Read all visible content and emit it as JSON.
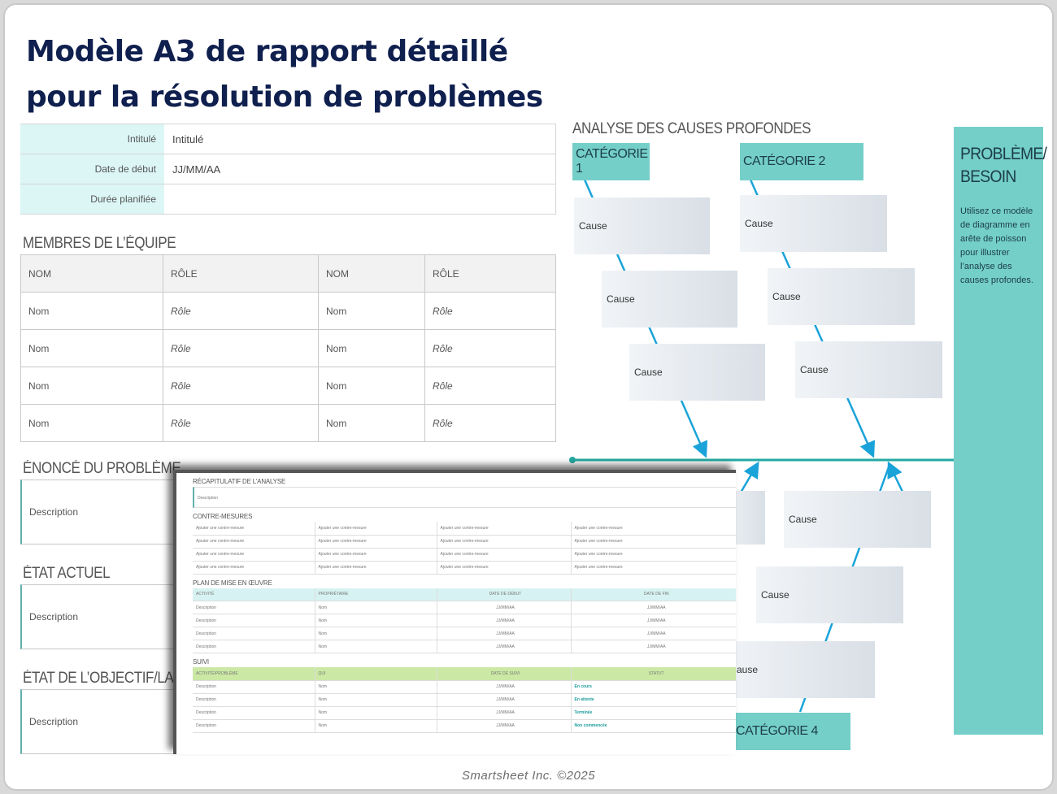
{
  "title_lines": [
    "Modèle A3 de rapport détaillé",
    "pour la résolution de problèmes"
  ],
  "info": [
    {
      "label": "Intitulé",
      "value": "Intitulé"
    },
    {
      "label": "Date de début",
      "value": "JJ/MM/AA"
    },
    {
      "label": "Durée planifiée",
      "value": ""
    }
  ],
  "team": {
    "heading": "MEMBRES DE L’ÉQUIPE",
    "headers": [
      "NOM",
      "RÔLE",
      "NOM",
      "RÔLE"
    ],
    "rows": [
      [
        "Nom",
        "Rôle",
        "Nom",
        "Rôle"
      ],
      [
        "Nom",
        "Rôle",
        "Nom",
        "Rôle"
      ],
      [
        "Nom",
        "Rôle",
        "Nom",
        "Rôle"
      ],
      [
        "Nom",
        "Rôle",
        "Nom",
        "Rôle"
      ]
    ]
  },
  "problem_statement": {
    "heading": "ÉNONCÉ DU PROBLÈME",
    "text": "Description"
  },
  "current_state": {
    "heading": "ÉTAT ACTUEL",
    "text": "Description"
  },
  "target_state": {
    "heading": "ÉTAT DE L’OBJECTIF/LA CIB",
    "text": "Description"
  },
  "fishbone": {
    "heading": "ANALYSE DES CAUSES PROFONDES",
    "categories": [
      "CATÉGORIE 1",
      "CATÉGORIE 2",
      "CATÉGORIE 4"
    ],
    "cause_label": "Cause",
    "partial_cause_label": "ause",
    "problem_heading": [
      "PROBLÈME/",
      "BESOIN"
    ],
    "problem_desc": "Utilisez ce modèle de diagramme en arête de poisson pour illustrer l’analyse des causes profondes."
  },
  "overlay": {
    "summary": {
      "heading": "RÉCAPITULATIF DE L’ANALYSE",
      "text": "Description"
    },
    "countermeasures": {
      "heading": "CONTRE-MESURES",
      "cell": "Ajouter une contre-mesure",
      "rows": 4
    },
    "plan": {
      "heading": "PLAN DE MISE EN ŒUVRE",
      "headers": [
        "ACTIVITÉ",
        "PROPRIÉTAIRE",
        "DATE DE DÉBUT",
        "DATE DE FIN"
      ],
      "rows": [
        [
          "Description",
          "Nom",
          "JJ/MM/AA",
          "JJ/MM/AA"
        ],
        [
          "Description",
          "Nom",
          "JJ/MM/AA",
          "JJ/MM/AA"
        ],
        [
          "Description",
          "Nom",
          "JJ/MM/AA",
          "JJ/MM/AA"
        ],
        [
          "Description",
          "Nom",
          "JJ/MM/AA",
          "JJ/MM/AA"
        ]
      ]
    },
    "followup": {
      "heading": "SUIVI",
      "headers": [
        "ACTIVITÉ/PROBLÈME",
        "QUI",
        "DATE DE SUIVI",
        "STATUT"
      ],
      "rows": [
        [
          "Description",
          "Nom",
          "JJ/MM/AA",
          "En cours"
        ],
        [
          "Description",
          "Nom",
          "JJ/MM/AA",
          "En attente"
        ],
        [
          "Description",
          "Nom",
          "JJ/MM/AA",
          "Terminée"
        ],
        [
          "Description",
          "Nom",
          "JJ/MM/AA",
          "Non commencée"
        ]
      ]
    }
  },
  "footer": "Smartsheet Inc. ©2025",
  "colors": {
    "teal": "#74cfc9",
    "navy": "#0f1f4e",
    "arrow": "#1aa3d9",
    "spine": "#24a9a3"
  }
}
